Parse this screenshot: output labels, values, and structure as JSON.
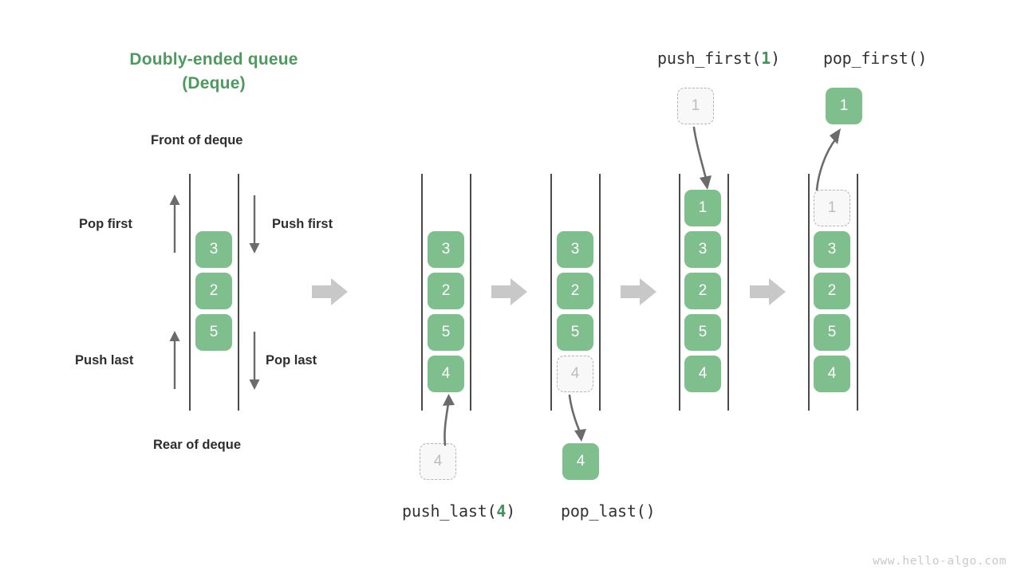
{
  "title": {
    "line1": "Doubly-ended queue",
    "line2": "(Deque)",
    "color": "#4e9a5e"
  },
  "labels": {
    "front": "Front of deque",
    "rear": "Rear of deque",
    "pop_first": "Pop first",
    "push_first": "Push first",
    "push_last": "Push last",
    "pop_last": "Pop last"
  },
  "operations": {
    "push_last": {
      "prefix": "push_last(",
      "arg": "4",
      "suffix": ")"
    },
    "pop_last": {
      "prefix": "pop_last()",
      "arg": "",
      "suffix": ""
    },
    "push_first": {
      "prefix": "push_first(",
      "arg": "1",
      "suffix": ")"
    },
    "pop_first": {
      "prefix": "pop_first()",
      "arg": "",
      "suffix": ""
    }
  },
  "colors": {
    "cell_fill": "#7fbe8d",
    "cell_text": "#ffffff",
    "ghost_fill": "#f8f8f8",
    "ghost_border": "#b3b3b3",
    "ghost_text": "#bdbdbd",
    "rail": "#4a4a4a",
    "flow_arrow": "#c8c8c8",
    "motion_arrow": "#6b6b6b",
    "accent": "#4e9a5e"
  },
  "deques": [
    {
      "name": "deque-overview",
      "values": [
        "3",
        "2",
        "5"
      ],
      "ghost_index": -1
    },
    {
      "name": "deque-after-push-last",
      "values": [
        "3",
        "2",
        "5",
        "4"
      ],
      "ghost_index": -1
    },
    {
      "name": "deque-before-pop-last",
      "values": [
        "3",
        "2",
        "5",
        "4"
      ],
      "ghost_index": 3
    },
    {
      "name": "deque-after-push-first",
      "values": [
        "1",
        "3",
        "2",
        "5",
        "4"
      ],
      "ghost_index": -1
    },
    {
      "name": "deque-before-pop-first",
      "values": [
        "1",
        "3",
        "2",
        "5",
        "4"
      ],
      "ghost_index": 0
    }
  ],
  "floating_cells": {
    "push_last_source": {
      "value": "4",
      "style": "ghost"
    },
    "pop_last_result": {
      "value": "4",
      "style": "solid"
    },
    "push_first_source": {
      "value": "1",
      "style": "ghost"
    },
    "pop_first_result": {
      "value": "1",
      "style": "solid"
    }
  },
  "watermark": "www.hello-algo.com"
}
